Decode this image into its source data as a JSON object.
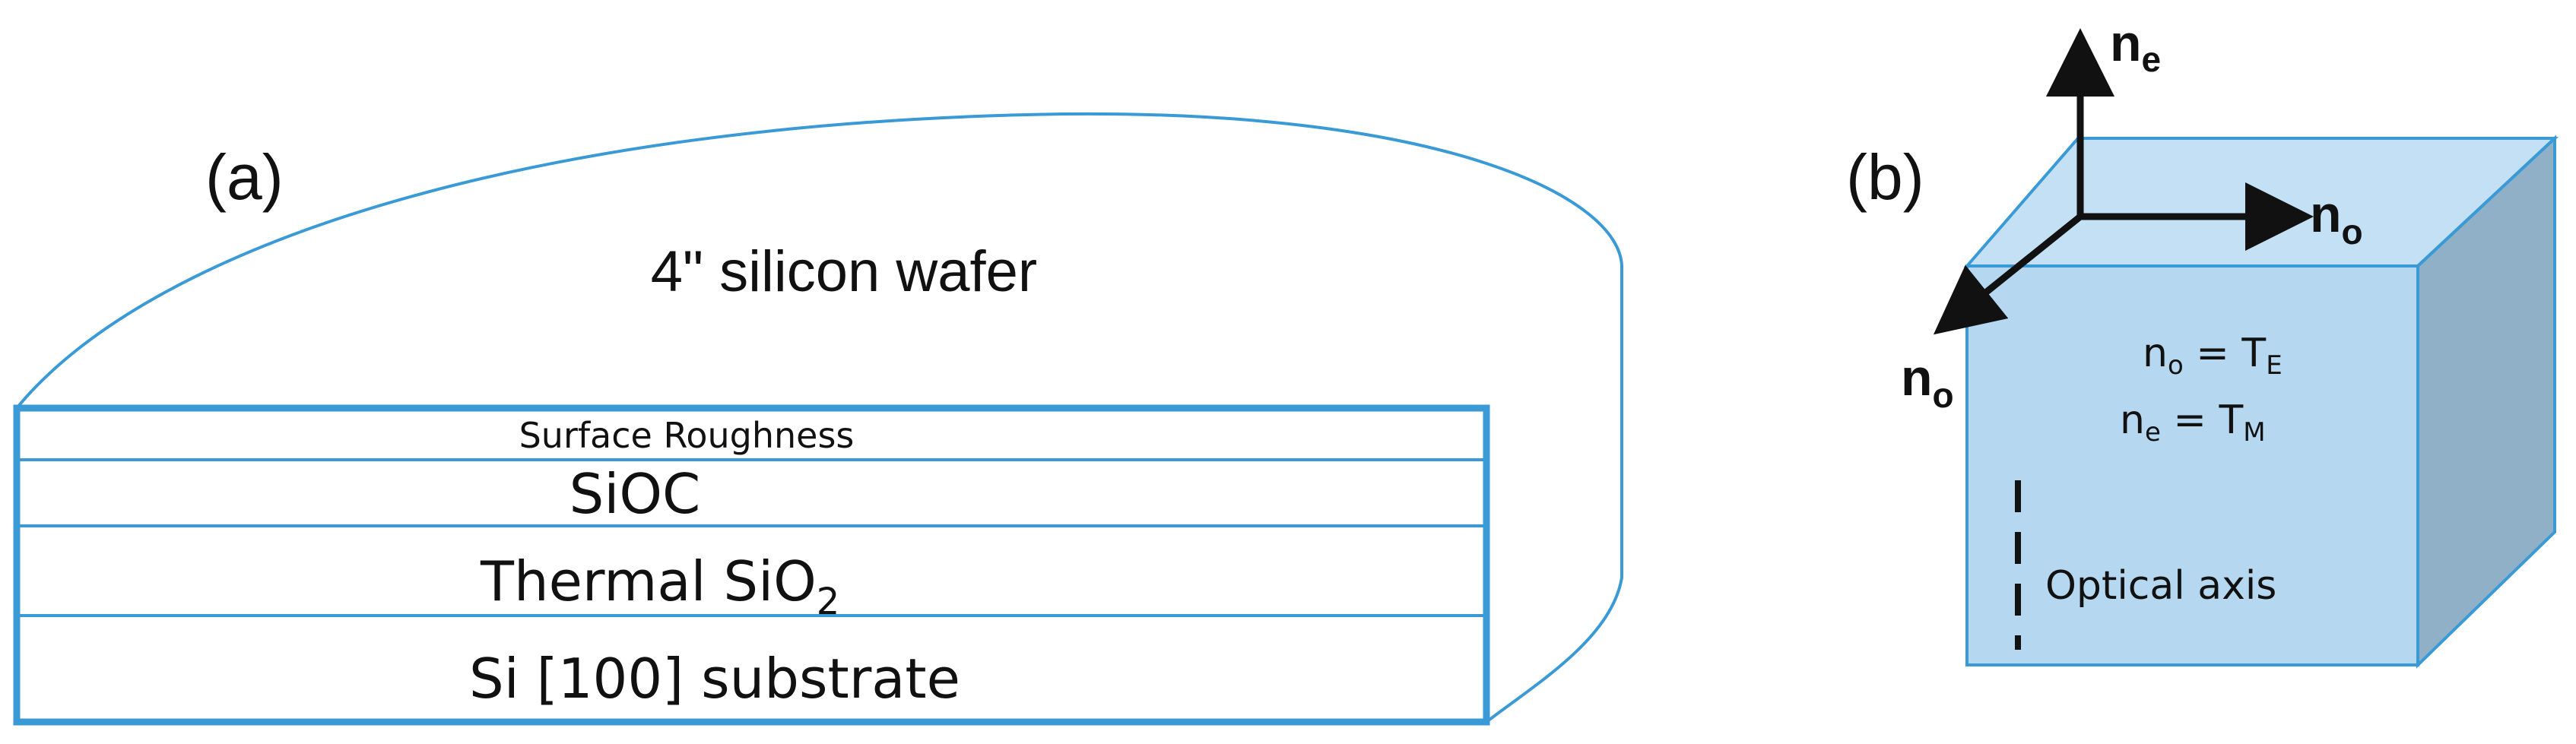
{
  "panel_a": {
    "label": "(a)",
    "wafer_label": "4\" silicon wafer",
    "layers": {
      "surface": "Surface Roughness",
      "sioc": "SiOC",
      "thermal_main": "Thermal SiO",
      "thermal_sub": "2",
      "substrate": "Si [100] substrate"
    }
  },
  "panel_b": {
    "label": "(b)",
    "axes": {
      "up": {
        "base": "n",
        "sub": "e"
      },
      "right": {
        "base": "n",
        "sub": "o"
      },
      "diag": {
        "base": "n",
        "sub": "o"
      }
    },
    "relations": {
      "row1": {
        "a": "n",
        "a_sub": "o",
        "eq": " = T",
        "b_sub": "E"
      },
      "row2": {
        "a": "n",
        "a_sub": "e",
        "eq": " = T",
        "b_sub": "M"
      }
    },
    "optical_axis": "Optical axis"
  },
  "colors": {
    "outline": "#3a9ad6",
    "cube_front": "#b5d7ef",
    "cube_top": "#c4e0f4",
    "cube_side": "#8fb0c6",
    "arrow": "#111111"
  }
}
